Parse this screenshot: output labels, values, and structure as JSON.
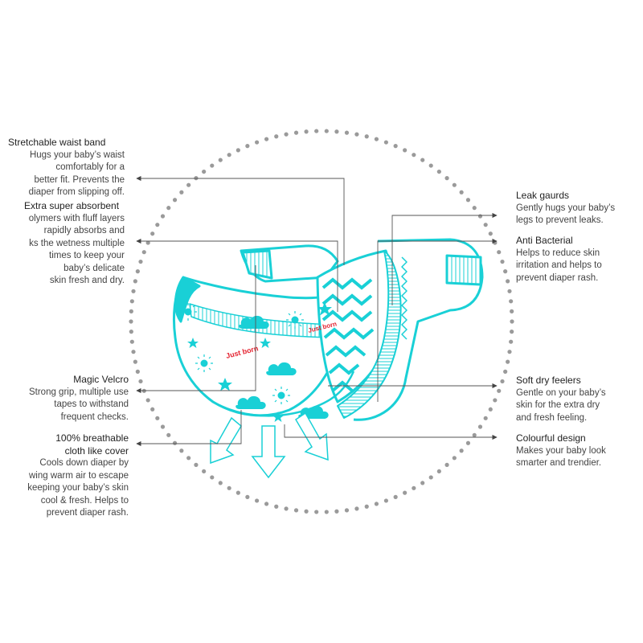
{
  "colors": {
    "accent": "#19d0d6",
    "accent_fill": "#9eeef0",
    "brand_red": "#e42230",
    "circle_dots": "#9a9a9a",
    "leader_line": "#555555",
    "text": "#333333"
  },
  "brand_label": "Just born",
  "callouts": {
    "waist": {
      "title": "Stretchable waist band",
      "desc": "Hugs your baby’s waist\ncomfortably for a\nbetter fit. Prevents the\ndiaper from slipping off."
    },
    "absorbent": {
      "title": "Extra super absorbent",
      "desc": "olymers with fluff layers\nrapidly absorbs and\nks the wetness multiple\ntimes to keep your\nbaby’s delicate\nskin fresh and dry."
    },
    "velcro": {
      "title": "Magic Velcro",
      "desc": "Strong grip, multiple use\ntapes to withstand\nfrequent checks."
    },
    "breathable": {
      "title": "100% breathable\ncloth like cover",
      "desc": "Cools down diaper by\nwing warm air to escape\nkeeping your baby’s skin\ncool & fresh. Helps to\nprevent diaper rash."
    },
    "leak": {
      "title": "Leak gaurds",
      "desc": "Gently hugs your baby’s\nlegs to prevent leaks."
    },
    "antibac": {
      "title": "Anti Bacterial",
      "desc": "Helps to reduce skin\nirritation and helps to\nprevent diaper rash."
    },
    "softdry": {
      "title": "Soft dry feelers",
      "desc": "Gentle on your baby’s\nskin for the extra dry\nand fresh feeling."
    },
    "colourful": {
      "title": "Colourful design",
      "desc": "Makes your baby look\nsmarter and trendier."
    }
  }
}
